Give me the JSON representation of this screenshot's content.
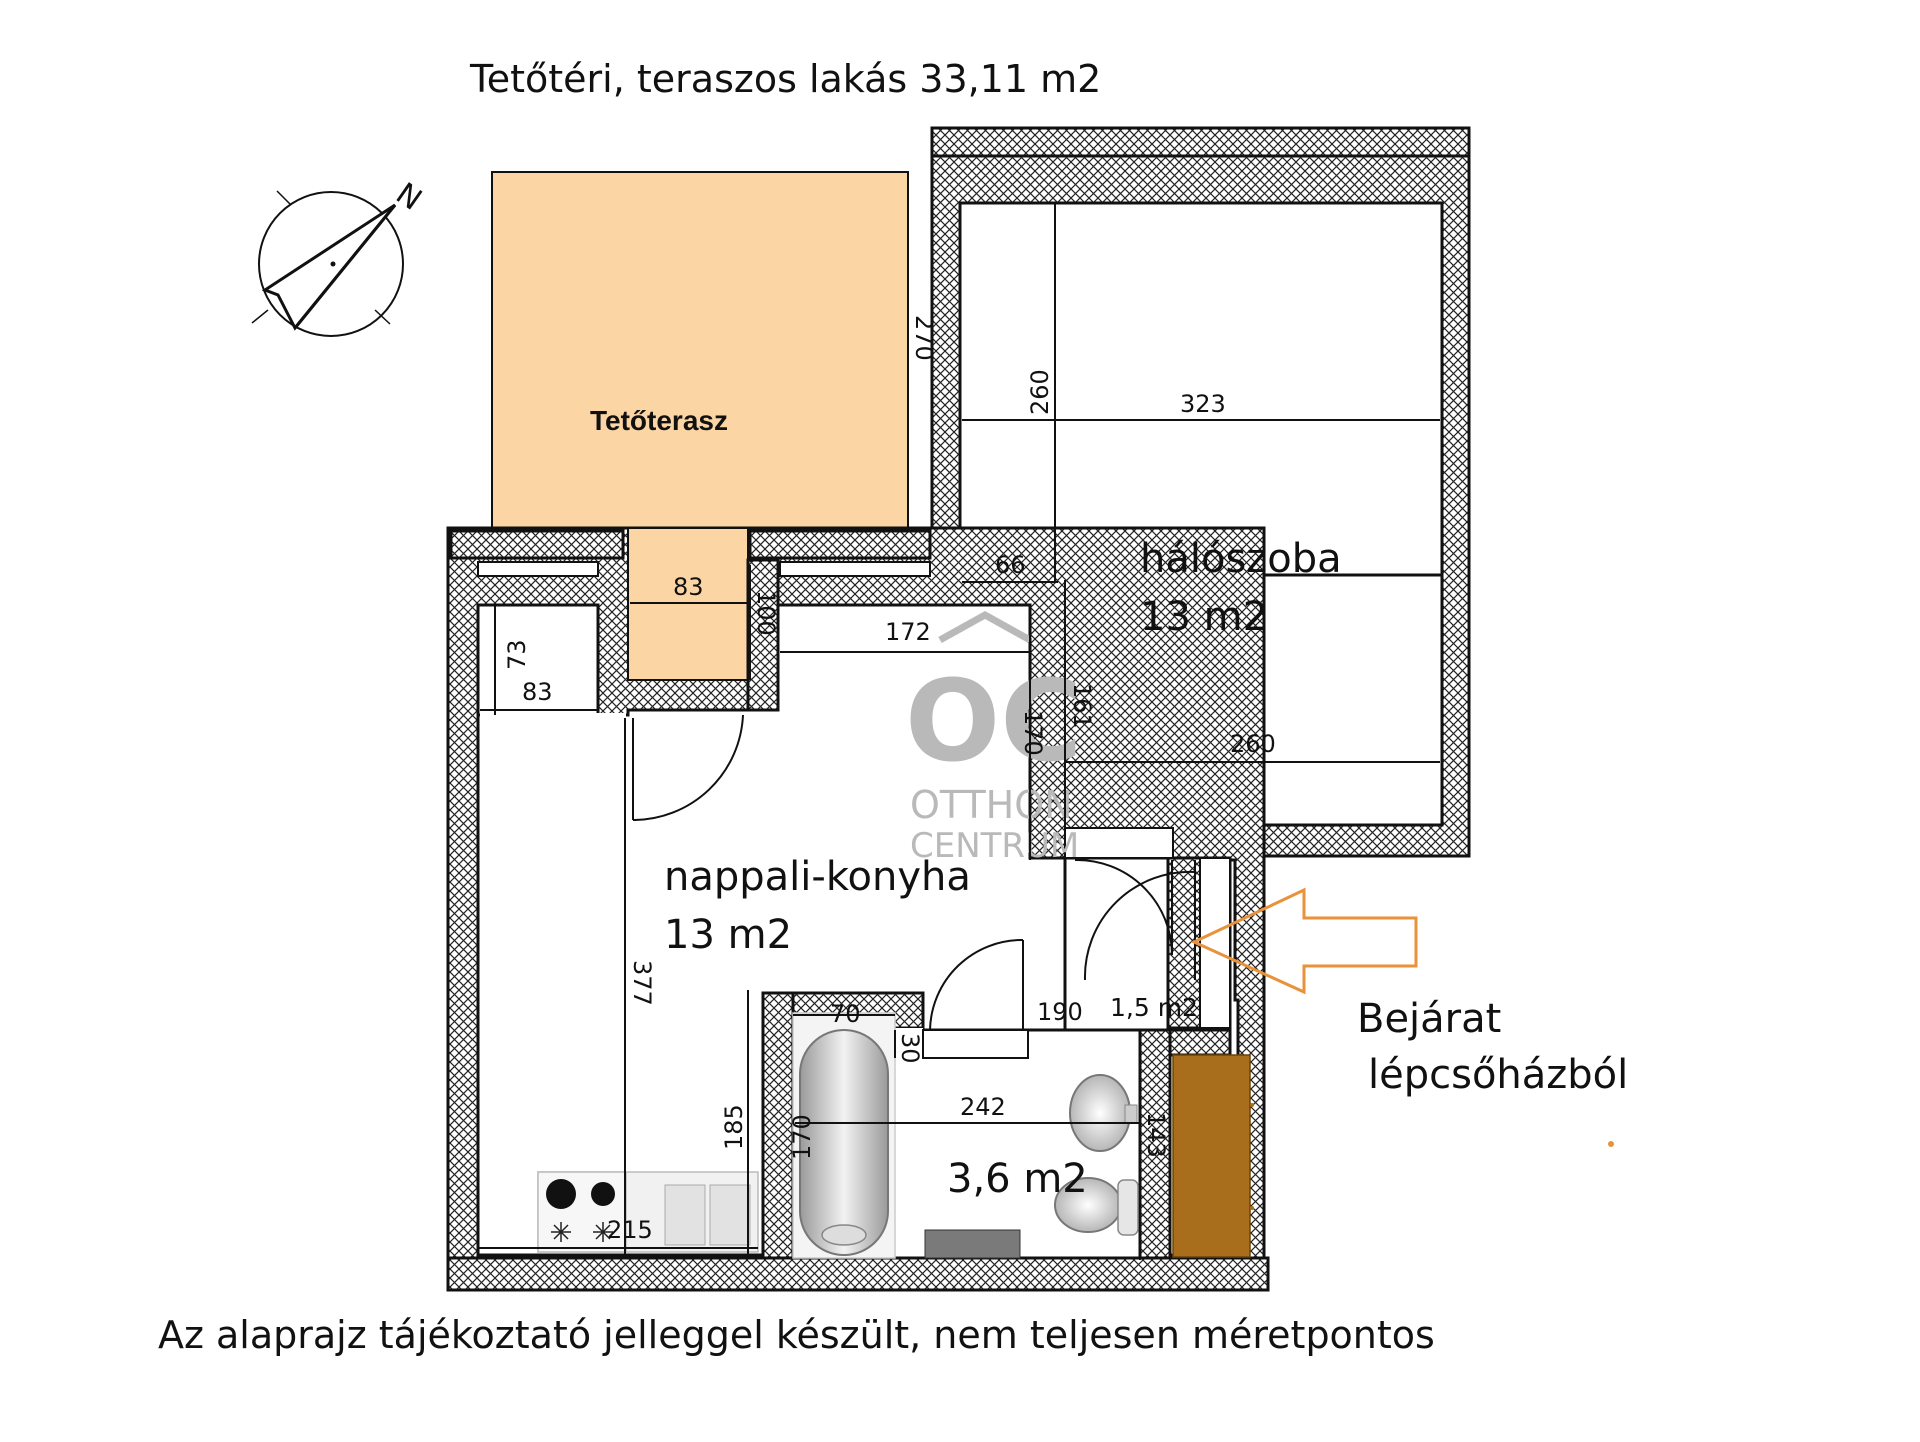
{
  "title": "Tetőtéri, teraszos lakás 33,11 m2",
  "footer_note": "Az alaprajz tájékoztató jelleggel készült, nem teljesen méretpontos",
  "compass": {
    "icon": "north-arrow-icon",
    "north_label": "N"
  },
  "rooms": {
    "terrace": {
      "name": "Tetőterasz",
      "color": "#fcd5a4"
    },
    "bedroom": {
      "name": "hálószoba",
      "area": "13 m2"
    },
    "living_kitchen": {
      "name": "nappali-konyha",
      "area": "13 m2"
    },
    "bathroom": {
      "area": "3,6 m2"
    },
    "hall": {
      "area": "1,5 m2"
    }
  },
  "entrance": {
    "label_line1": "Bejárat",
    "label_line2": "lépcsőházból",
    "arrow_color": "#e8923a"
  },
  "dimensions": {
    "terrace_height": "270",
    "bedroom_height": "260",
    "bedroom_width": "323",
    "bedroom_offset": "66",
    "bedroom_lower_width": "260",
    "bedroom_lower_height": "161",
    "terrace_passage": "83",
    "terrace_depth": "100",
    "living_top": "172",
    "living_right": "170",
    "storage_height": "73",
    "storage_width": "83",
    "living_height": "377",
    "kitchen_width": "215",
    "bath_height": "185",
    "tub_width": "70",
    "tub_length": "170",
    "bath_door": "30",
    "bath_width": "242",
    "hall_width": "190",
    "bath_right": "143"
  },
  "watermark": {
    "logo": "OC",
    "line1": "OTTHON",
    "line2": "CENTRUM"
  },
  "colors": {
    "wardrobe": "#a86e1c",
    "wall_hatch": "#222222",
    "terrace": "#fcd5a4"
  }
}
